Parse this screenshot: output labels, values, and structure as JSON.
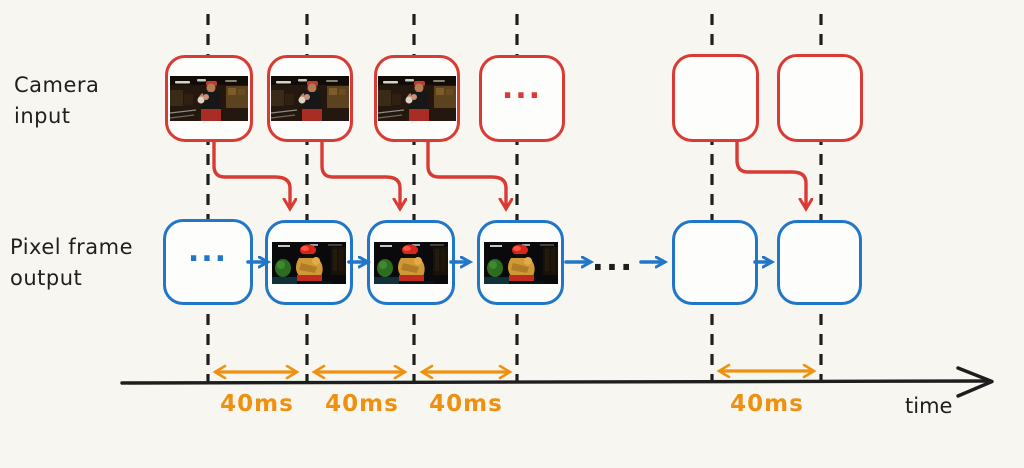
{
  "colors": {
    "background": "#f7f6f0",
    "camera_row_red": "#d93a34",
    "output_row_blue": "#2176c7",
    "interval_orange": "#ee9110",
    "ink_black": "#1e1e1e"
  },
  "rows": {
    "camera": {
      "label_line1": "Camera",
      "label_line2": "input",
      "ellipsis": "...",
      "frames": [
        "photo",
        "photo",
        "photo",
        "ellipsis",
        "empty",
        "empty"
      ]
    },
    "output": {
      "label_line1": "Pixel frame",
      "label_line2": "output",
      "ellipsis": "...",
      "frames": [
        "ellipsis",
        "photo",
        "photo",
        "photo",
        "empty",
        "empty"
      ]
    }
  },
  "sequence_ellipsis": "...",
  "timeline": {
    "axis_label": "time",
    "intervals": [
      "40ms",
      "40ms",
      "40ms",
      "40ms"
    ],
    "gridline_count": 6
  },
  "connections": {
    "camera_to_output": "each camera frame feeds the next output frame (red curved arrows)",
    "output_chain": "output frames feed forward left-to-right (blue arrows)"
  }
}
